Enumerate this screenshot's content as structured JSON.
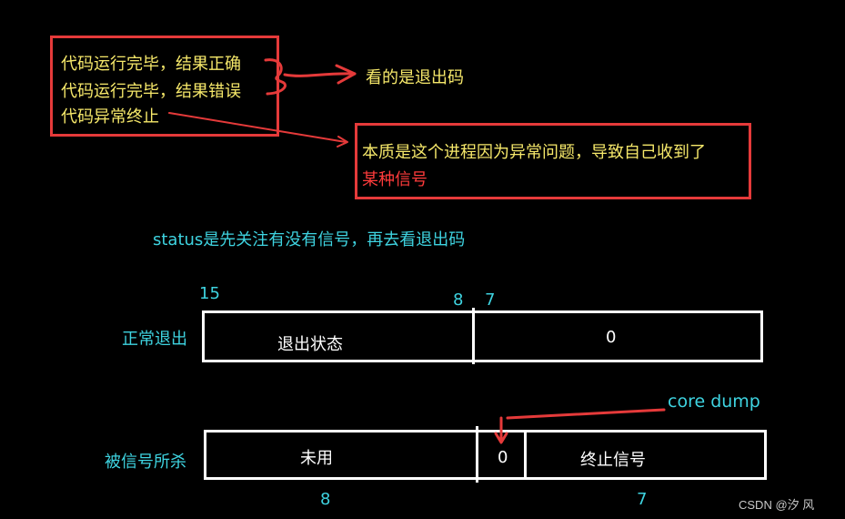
{
  "top_box": {
    "lines": [
      "代码运行完毕，结果正确",
      "代码运行完毕，结果错误",
      "代码异常终止"
    ]
  },
  "exit_code_note": "看的是退出码",
  "signal_note": {
    "line1": "本质是这个进程因为异常问题，导致自己收到了",
    "line2": "某种信号"
  },
  "status_note": "status是先关注有没有信号，再去看退出码",
  "normal_exit": {
    "label": "正常退出",
    "bit_high": "15",
    "bit_mid_left": "8",
    "bit_mid_right": "7",
    "left_cell": "退出状态",
    "right_cell": "0"
  },
  "killed": {
    "label": "被信号所杀",
    "core_dump": "core dump",
    "left_cell": "未用",
    "mid_cell": "0",
    "right_cell": "终止信号",
    "bit_left": "8",
    "bit_right": "7"
  },
  "watermark": "CSDN @汐    风",
  "colors": {
    "red": "#e53a3a",
    "yellow": "#f6e86a",
    "cyan": "#3ed3e0",
    "white": "#ffffff",
    "background": "#000000"
  }
}
